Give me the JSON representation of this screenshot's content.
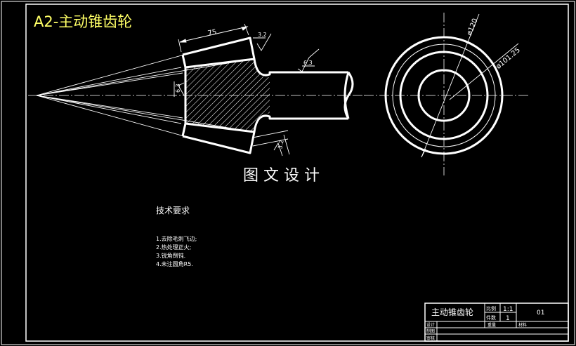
{
  "sheet": {
    "title": "A2-主动锥齿轮",
    "watermark": "图 文 设 计"
  },
  "dimensions": {
    "length_75": "75",
    "rough_32_a": "3.2",
    "rough_32_b": "3.2",
    "rough_63_a": "6.3",
    "rough_63_b": "6.3",
    "dia_120": "ø120",
    "dia_101": "ø101.25"
  },
  "tech": {
    "heading": "技术要求",
    "items": [
      "1.去除毛刺飞边;",
      "2.热处理正火;",
      "3.锐角倒钝.",
      "4.未注圆角R5."
    ]
  },
  "titleblock": {
    "part_name": "主动锥齿轮",
    "scale_label": "比例",
    "scale_value": "1:1",
    "qty_label": "件数",
    "qty_value": "1",
    "drawing_no": "01",
    "row_design": "设计",
    "row_draw": "制图",
    "row_check": "审核",
    "weight_label": "重量",
    "material_label": "材料"
  },
  "colors": {
    "background": "#000000",
    "line": "#ffffff",
    "title": "#ffff66"
  }
}
